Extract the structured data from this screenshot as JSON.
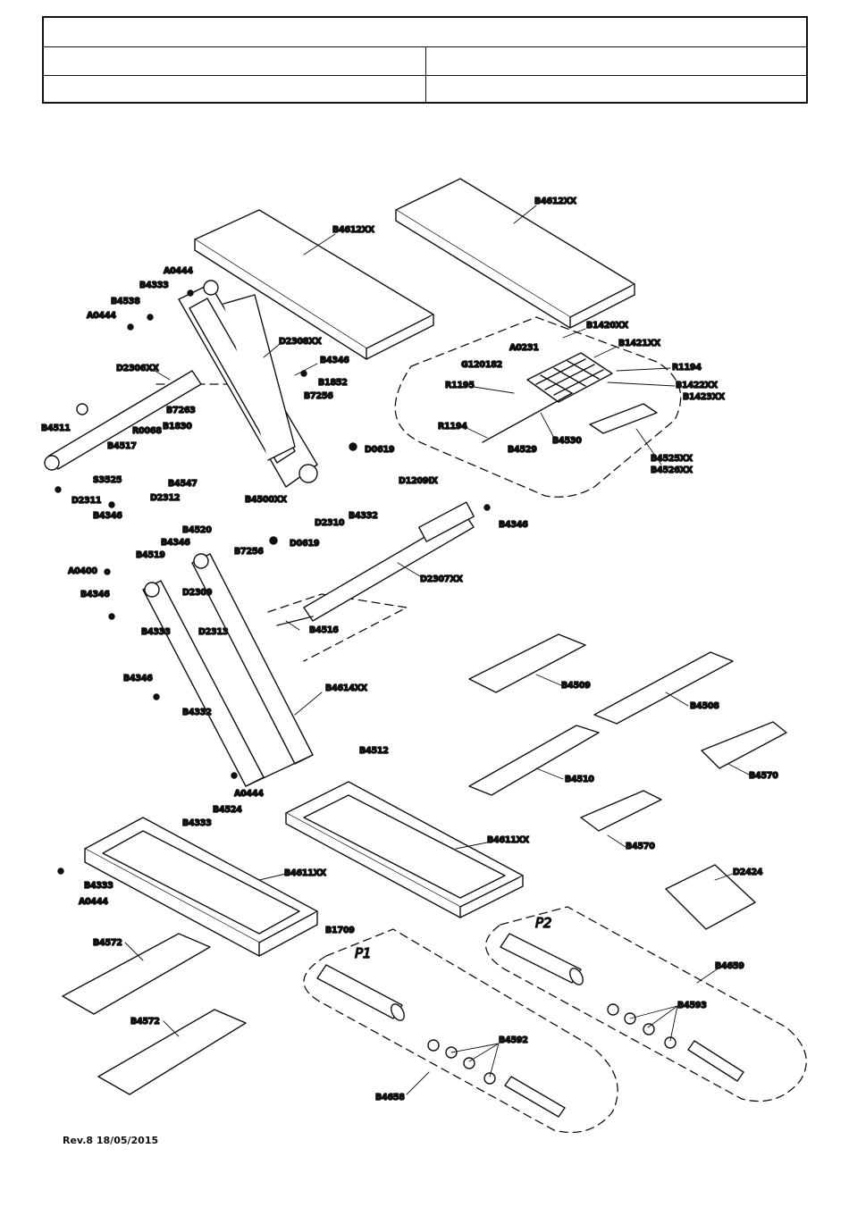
{
  "footer": {
    "revision": "Rev.8  18/05/2015"
  },
  "parts": [
    "B4612XX",
    "B4612XX",
    "A0444",
    "B4333",
    "B4538",
    "A0444",
    "D2308XX",
    "B4346",
    "D2306XX",
    "B1852",
    "B7256",
    "B4511",
    "B7263",
    "B1830",
    "R0068",
    "B4517",
    "D0619",
    "S3525",
    "D2311",
    "B4547",
    "D2312",
    "B4500XX",
    "D1209IX",
    "B4346",
    "B4520",
    "B4346",
    "B7256",
    "D0619",
    "B4519",
    "A0400",
    "D2310",
    "B4332",
    "B4346",
    "D2307XX",
    "B4516",
    "B4346",
    "D2309",
    "B4333",
    "D2313",
    "B4346",
    "B4332",
    "B4614XX",
    "B4512",
    "A0444",
    "B4524",
    "B4333",
    "B4611XX",
    "B4611XX",
    "B4333",
    "A0444",
    "B4572",
    "B4572",
    "B1709",
    "B4658",
    "B4592",
    "B4659",
    "B4593",
    "D2424",
    "B4509",
    "B4508",
    "B4510",
    "B4570",
    "B4570",
    "B1420XX",
    "B1421XX",
    "A0231",
    "G120182",
    "R1194",
    "R1195",
    "B1422XX",
    "B1423XX",
    "R1194",
    "B4529",
    "B4530",
    "B4525XX",
    "B4526XX"
  ],
  "groups": {
    "p1": "P1",
    "p2": "P2"
  }
}
